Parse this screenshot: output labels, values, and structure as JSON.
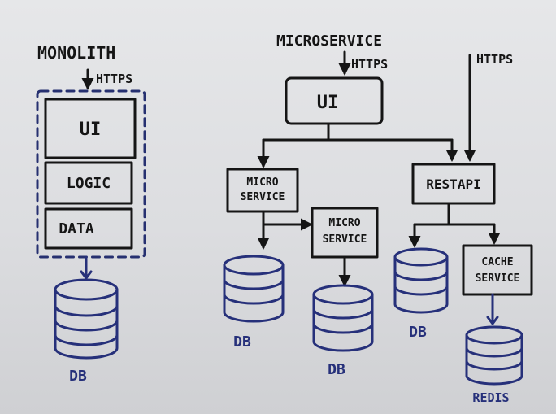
{
  "monolith": {
    "title": "MONOLITH",
    "https": "HTTPS",
    "layers": [
      "UI",
      "LOGIC",
      "DATA"
    ],
    "db": "DB"
  },
  "microservice": {
    "title": "MICROSERVICE",
    "https": "HTTPS",
    "ui": "UI",
    "service_a": [
      "MICRO",
      "SERVICE"
    ],
    "service_b": [
      "MICRO",
      "SERVICE"
    ],
    "db_a": "DB",
    "db_b": "DB"
  },
  "rest": {
    "https": "HTTPS",
    "api": "RESTAPI",
    "db": "DB",
    "cache": [
      "CACHE",
      "SERVICE"
    ],
    "redis": "REDIS"
  },
  "colors": {
    "ink": "#151515",
    "db": "#26307a",
    "board": "#e2e3e5"
  }
}
